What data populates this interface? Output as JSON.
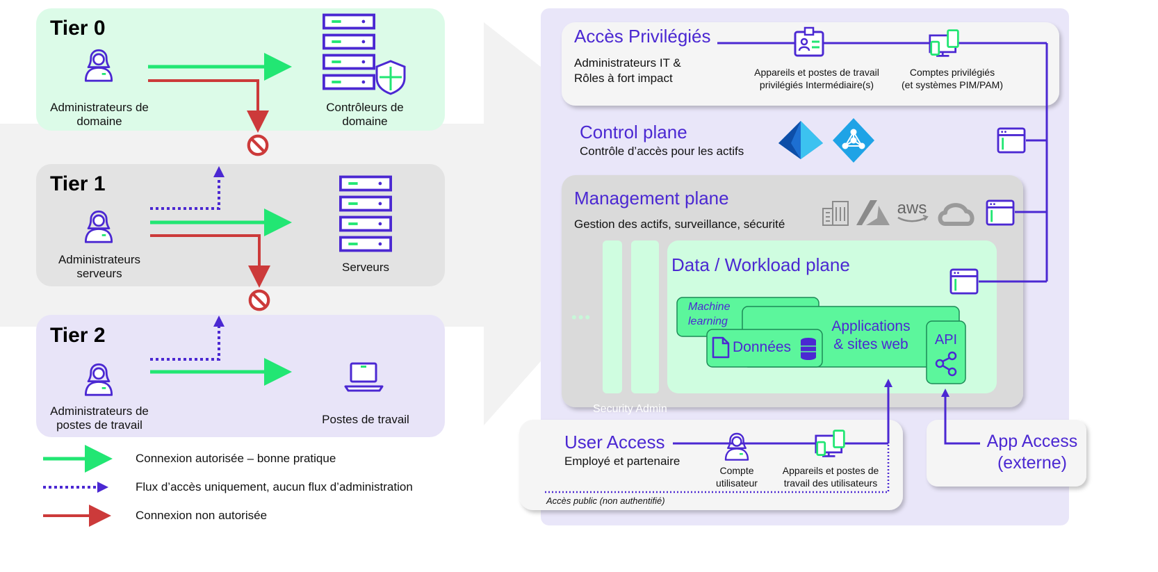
{
  "tiers": [
    {
      "title": "Tier 0",
      "admin": [
        "Administrateurs de",
        "domaine"
      ],
      "asset": [
        "Contrôleurs de",
        "domaine"
      ]
    },
    {
      "title": "Tier 1",
      "admin": [
        "Administrateurs",
        "serveurs"
      ],
      "asset": [
        "Serveurs"
      ]
    },
    {
      "title": "Tier 2",
      "admin": [
        "Administrateurs de",
        "postes de travail"
      ],
      "asset": [
        "Postes de travail"
      ]
    }
  ],
  "legend": [
    {
      "label": "Connexion autorisée – bonne pratique",
      "color": "#22e673"
    },
    {
      "label": "Flux d’accès uniquement, aucun flux d’administration",
      "color": "#4b28d2"
    },
    {
      "label": "Connexion non autorisée",
      "color": "#cc3a3a"
    }
  ],
  "privileged": {
    "title": "Accès Privilégiés",
    "subtitle": [
      "Administrateurs IT &",
      "Rôles à fort impact"
    ],
    "devices": [
      "Appareils et postes de travail",
      "privilégiés Intermédiaire(s)"
    ],
    "accounts": [
      "Comptes privilégiés",
      "(et systèmes PIM/PAM)"
    ]
  },
  "control_plane": {
    "title": "Control plane",
    "subtitle": "Contrôle d’accès pour les actifs"
  },
  "management_plane": {
    "title": "Management plane",
    "subtitle": "Gestion des actifs, surveillance, sécurité",
    "aws": "aws",
    "faded": "Security Admin"
  },
  "workload_plane": {
    "title": "Data / Workload plane",
    "ml": [
      "Machine",
      "learning"
    ],
    "apps": [
      "Applications",
      "& sites web"
    ],
    "data": "Données",
    "api": "API",
    "ellipsis": "•••"
  },
  "user_access": {
    "title": "User Access",
    "subtitle": "Employé et partenaire",
    "account": [
      "Compte",
      "utilisateur"
    ],
    "devices": [
      "Appareils et postes de",
      "travail des utilisateurs"
    ],
    "public": "Accès public (non authentifié)"
  },
  "app_access": {
    "title": [
      "App Access",
      "(externe)"
    ]
  },
  "colors": {
    "green": "#22e673",
    "purple": "#4b28d2",
    "red": "#cc3a3a",
    "tier0_bg": "#dcfbe8",
    "tier1_bg": "#e3e3e3",
    "tier2_bg": "#e8e4f8",
    "panel_bg": "#e9e6f9"
  }
}
